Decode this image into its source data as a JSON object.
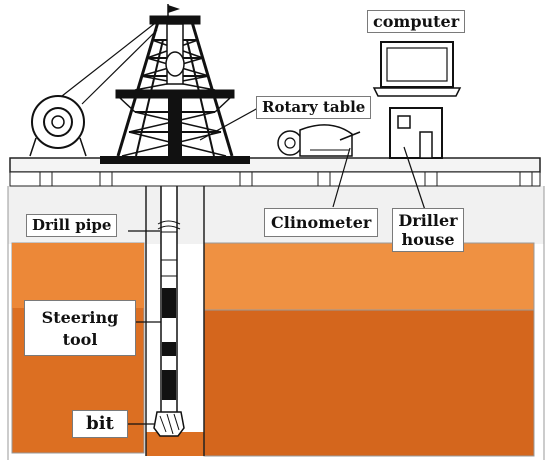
{
  "labels": {
    "computer": "computer",
    "rotary_table": "Rotary table",
    "drill_pipe": "Drill pipe",
    "clinometer": "Clinometer",
    "driller_house_line1": "Driller",
    "driller_house_line2": "house",
    "steering_tool_line1": "Steering",
    "steering_tool_line2": "tool",
    "bit": "bit"
  },
  "colors": {
    "formation_light": "#ee8a3a",
    "formation_dark": "#d5681f",
    "outline": "#111111",
    "ground": "#eeeeee"
  }
}
